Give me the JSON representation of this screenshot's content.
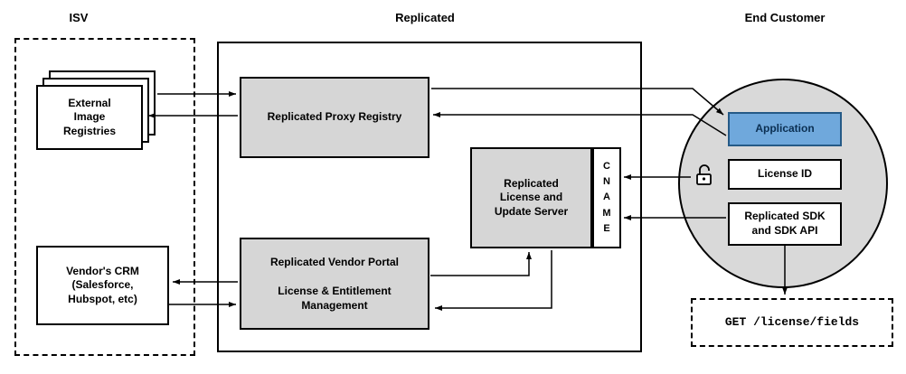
{
  "colors": {
    "box_gray": "#d6d6d6",
    "circle_gray": "#d9d9d9",
    "app_fill": "#6fa8dc",
    "app_border": "#255a87",
    "app_text": "#0b2f52"
  },
  "sections": {
    "isv": "ISV",
    "replicated": "Replicated",
    "end_customer": "End Customer"
  },
  "nodes": {
    "external_registries": "External\nImage\nRegistries",
    "vendor_crm": "Vendor's CRM\n(Salesforce,\nHubspot, etc)",
    "proxy_registry": "Replicated Proxy Registry",
    "license_update_server": "Replicated\nLicense and\nUpdate Server",
    "cname": "C\nN\nA\nM\nE",
    "vendor_portal": "Replicated Vendor Portal\n\nLicense & Entitlement\nManagement",
    "application": "Application",
    "license_id": "License ID",
    "replicated_sdk": "Replicated SDK\nand SDK API",
    "get_request": "GET /license/fields"
  }
}
